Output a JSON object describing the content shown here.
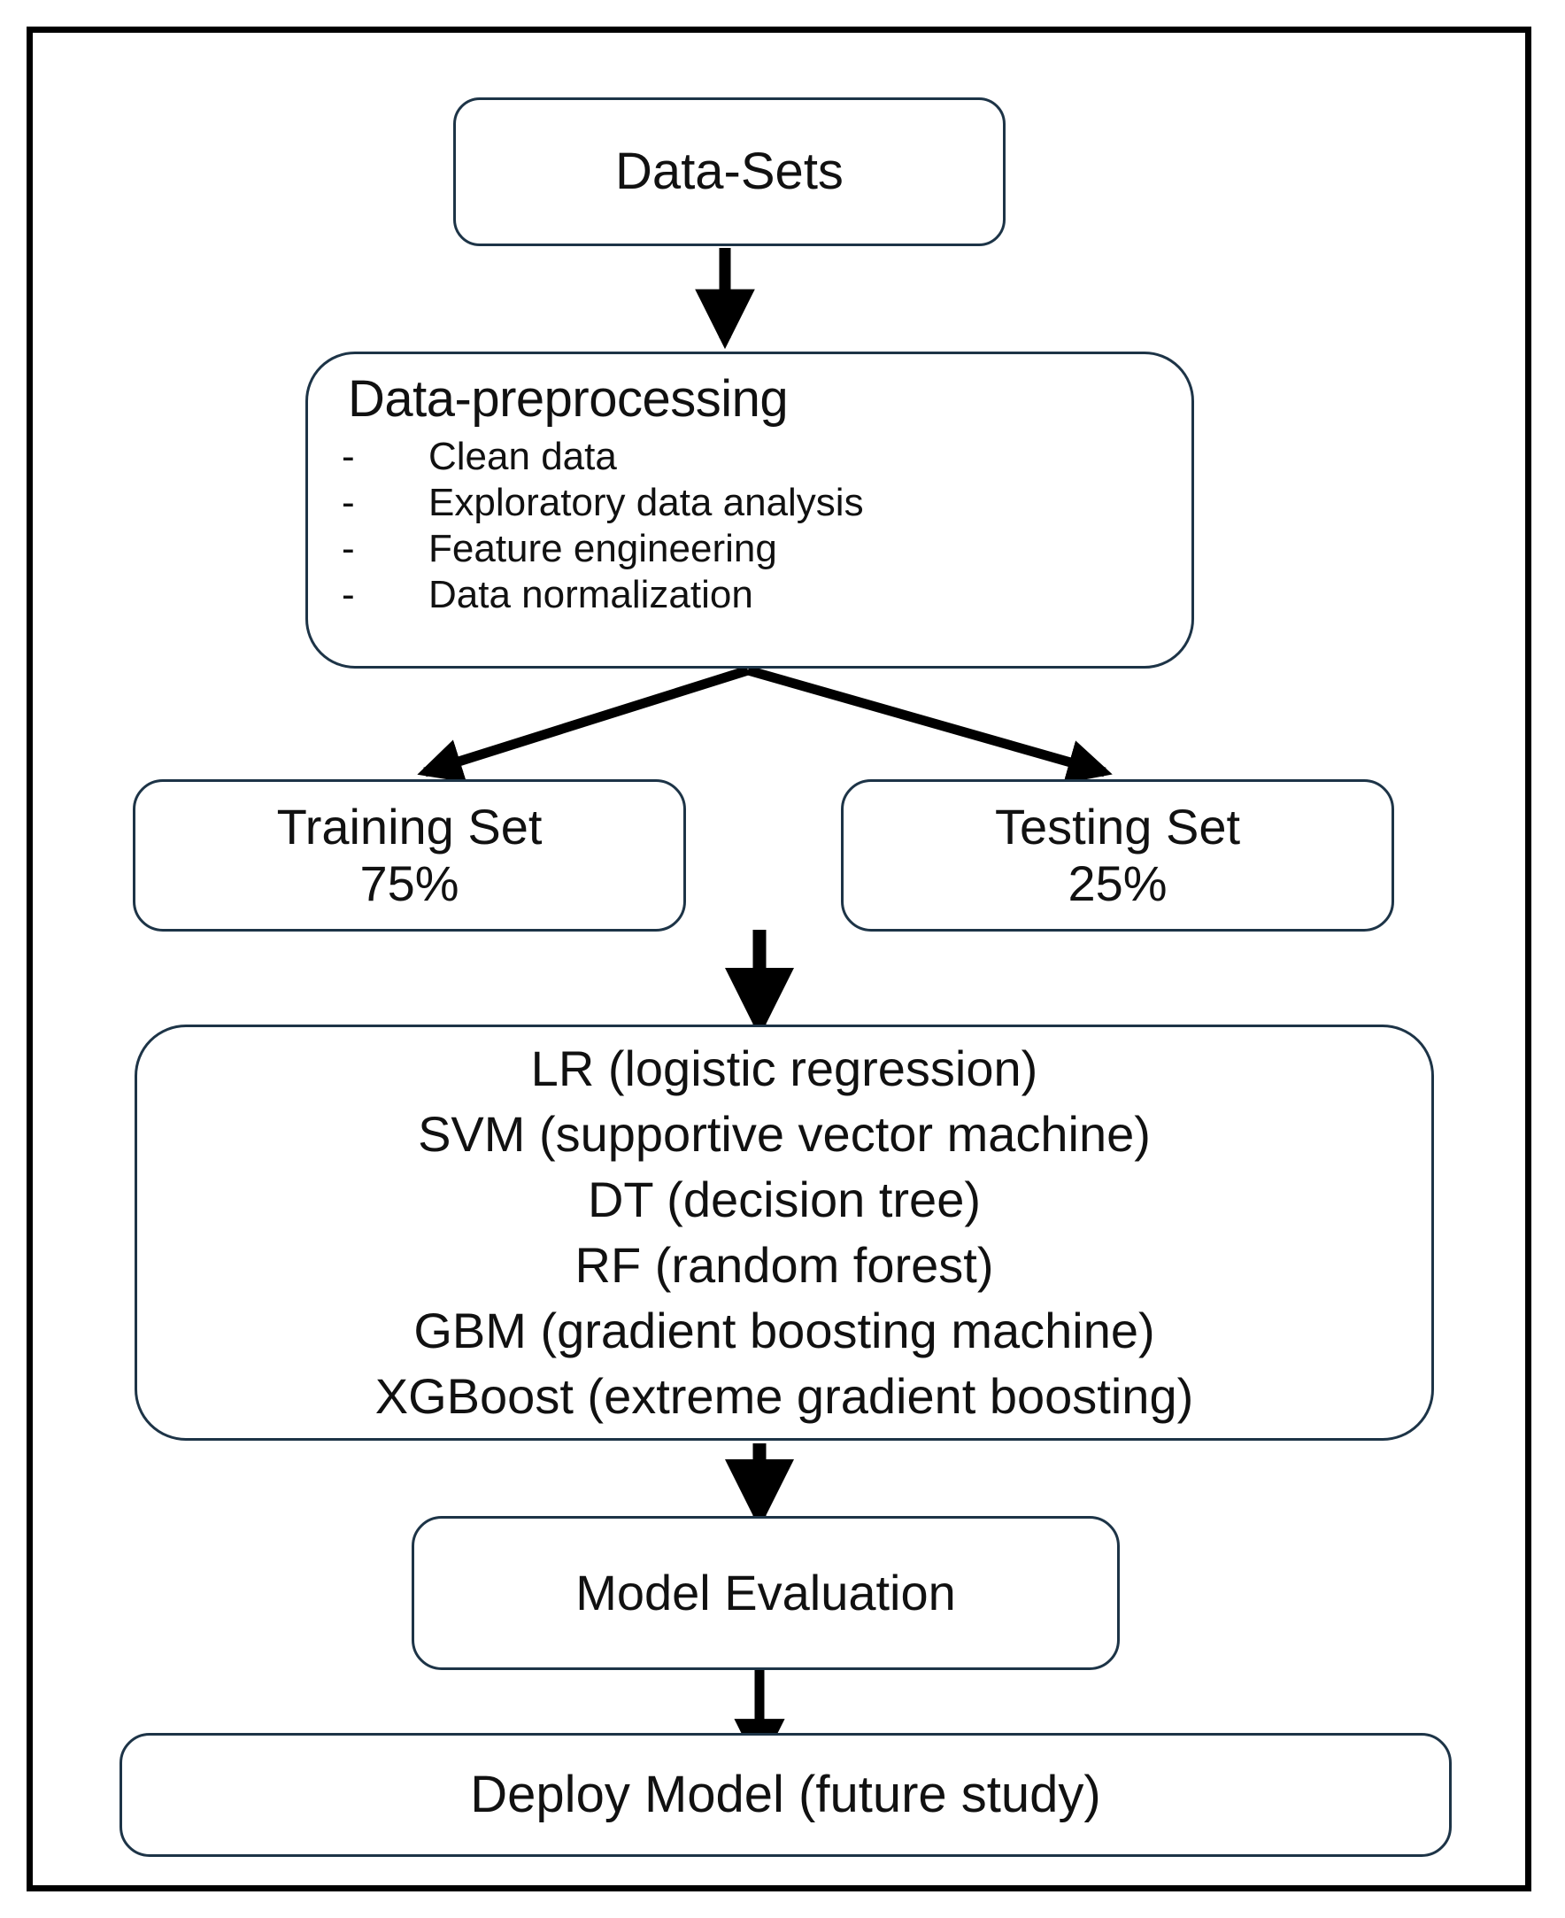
{
  "diagram": {
    "title": "Machine learning workflow flowchart",
    "colors": {
      "node_border": "#1d3447",
      "frame": "#000000",
      "arrow": "#000000",
      "text": "#111111",
      "background": "#ffffff"
    },
    "nodes": {
      "datasets": {
        "label": "Data-Sets"
      },
      "preprocessing": {
        "title": "Data-preprocessing",
        "bullet_marker": "-",
        "items": [
          "Clean data",
          "Exploratory data analysis",
          "Feature engineering",
          "Data normalization"
        ]
      },
      "training": {
        "label": "Training Set",
        "percent": "75%"
      },
      "testing": {
        "label": "Testing Set",
        "percent": "25%"
      },
      "models": {
        "lines": [
          "LR (logistic regression)",
          "SVM (supportive vector machine)",
          "DT (decision tree)",
          "RF (random forest)",
          "GBM (gradient boosting machine)",
          "XGBoost (extreme gradient boosting)"
        ]
      },
      "evaluation": {
        "label": "Model Evaluation"
      },
      "deploy": {
        "label": "Deploy Model (future study)"
      }
    },
    "edges": [
      {
        "name": "datasets-to-preprocessing",
        "from": "datasets",
        "to": "preprocessing",
        "style": "straight-down"
      },
      {
        "name": "preprocessing-to-training",
        "from": "preprocessing",
        "to": "training",
        "style": "diagonal-left"
      },
      {
        "name": "preprocessing-to-testing",
        "from": "preprocessing",
        "to": "testing",
        "style": "diagonal-right"
      },
      {
        "name": "split-to-models",
        "from": "training",
        "to": "models",
        "style": "straight-down"
      },
      {
        "name": "models-to-evaluation",
        "from": "models",
        "to": "evaluation",
        "style": "straight-down"
      },
      {
        "name": "evaluation-to-deploy",
        "from": "evaluation",
        "to": "deploy",
        "style": "straight-down"
      }
    ]
  }
}
